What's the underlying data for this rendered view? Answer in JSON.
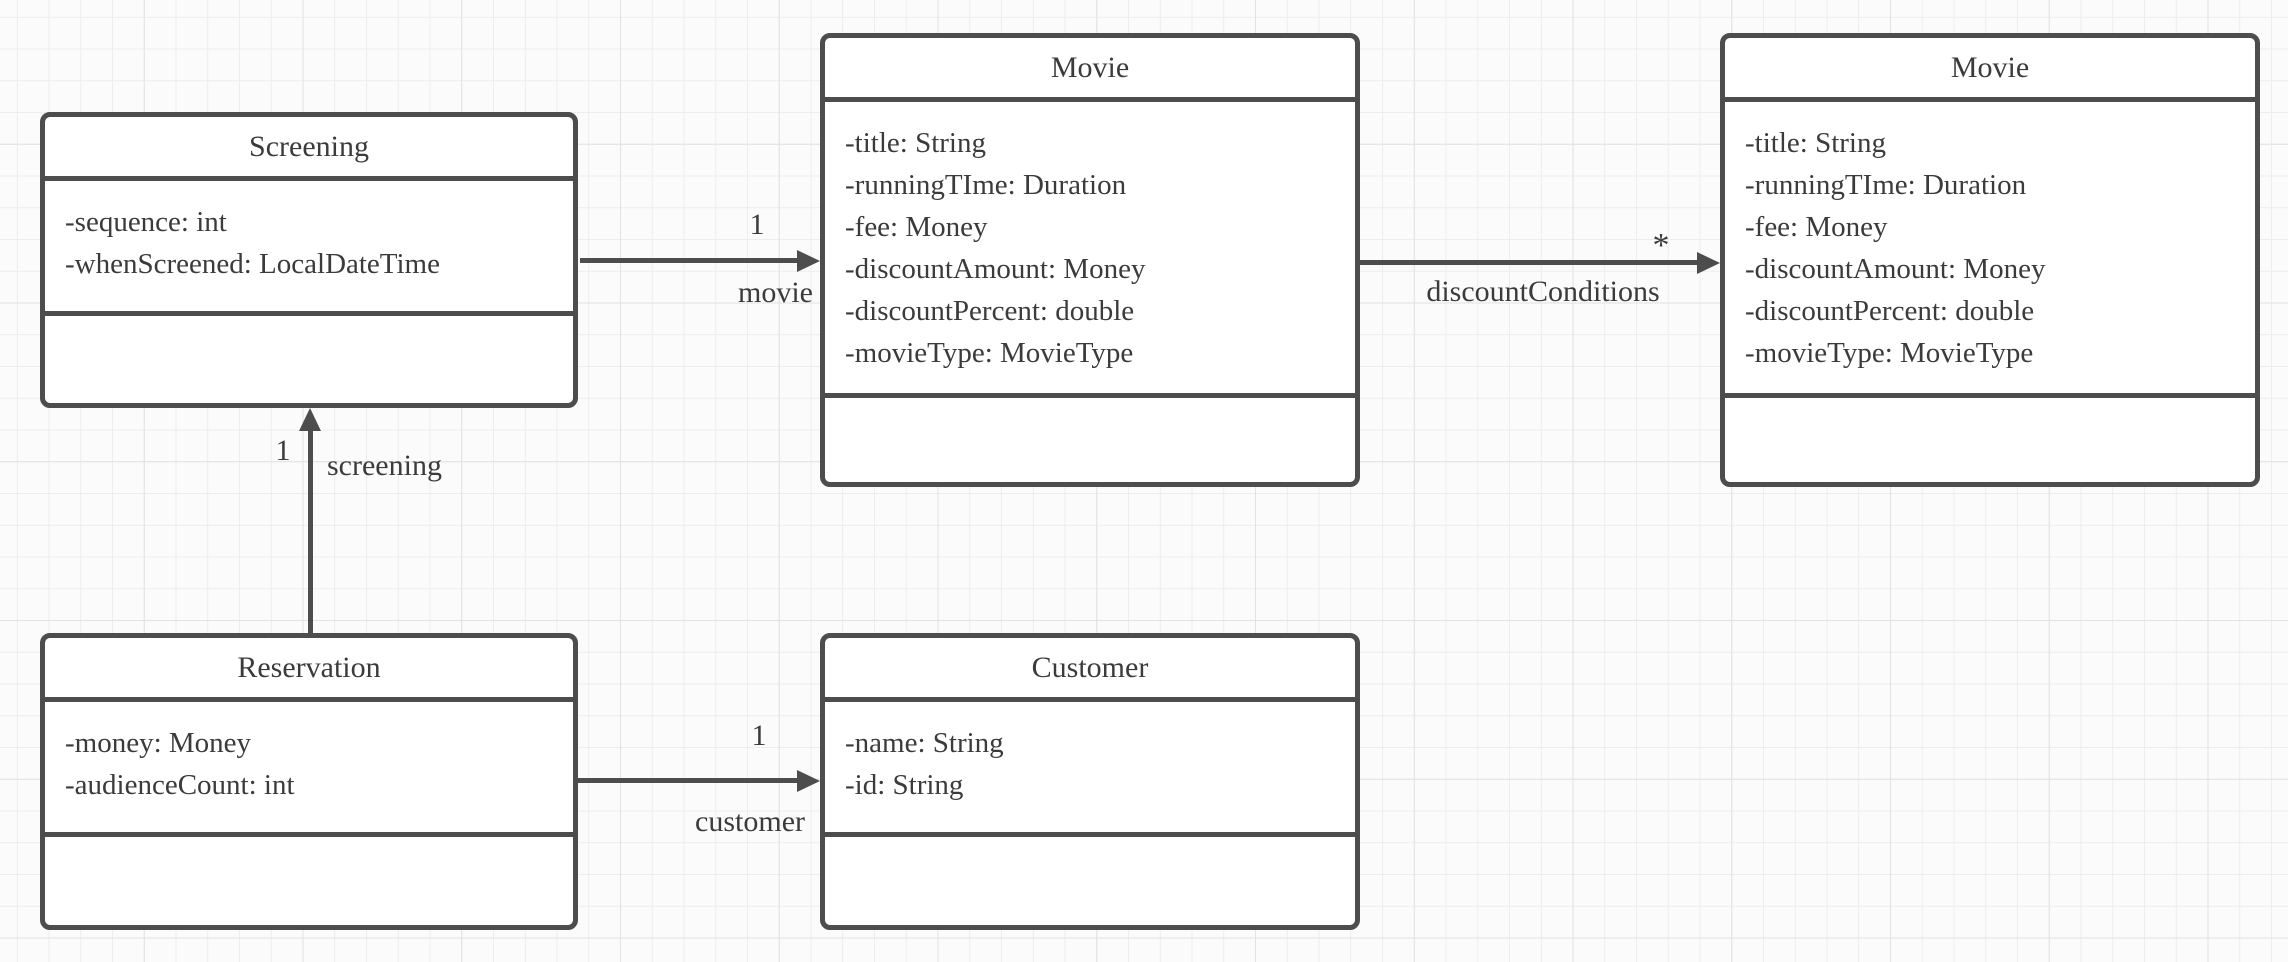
{
  "diagram": {
    "classes": [
      {
        "title": "Screening",
        "attributes": [
          "-sequence: int",
          "-whenScreened: LocalDateTime"
        ],
        "methods": []
      },
      {
        "title": "Movie",
        "attributes": [
          "-title: String",
          "-runningTIme: Duration",
          "-fee: Money",
          "-discountAmount: Money",
          "-discountPercent: double",
          "-movieType: MovieType"
        ],
        "methods": []
      },
      {
        "title": "Movie",
        "attributes": [
          "-title: String",
          "-runningTIme: Duration",
          "-fee: Money",
          "-discountAmount: Money",
          "-discountPercent: double",
          "-movieType: MovieType"
        ],
        "methods": []
      },
      {
        "title": "Reservation",
        "attributes": [
          "-money: Money",
          "-audienceCount: int"
        ],
        "methods": []
      },
      {
        "title": "Customer",
        "attributes": [
          "-name: String",
          "-id: String"
        ],
        "methods": []
      }
    ],
    "associations": [
      {
        "from": "Screening",
        "to": "Movie",
        "label": "movie",
        "multiplicity": "1"
      },
      {
        "from": "Movie",
        "to": "Movie",
        "label": "discountConditions",
        "multiplicity": "*"
      },
      {
        "from": "Reservation",
        "to": "Screening",
        "label": "screening",
        "multiplicity": "1"
      },
      {
        "from": "Reservation",
        "to": "Customer",
        "label": "customer",
        "multiplicity": "1"
      }
    ],
    "colors": {
      "stroke": "#4d4d4d",
      "text": "#3b3b3b",
      "background": "#fbfbfb",
      "grid_minor": "#ededed",
      "grid_major": "#e2e2e2"
    }
  }
}
